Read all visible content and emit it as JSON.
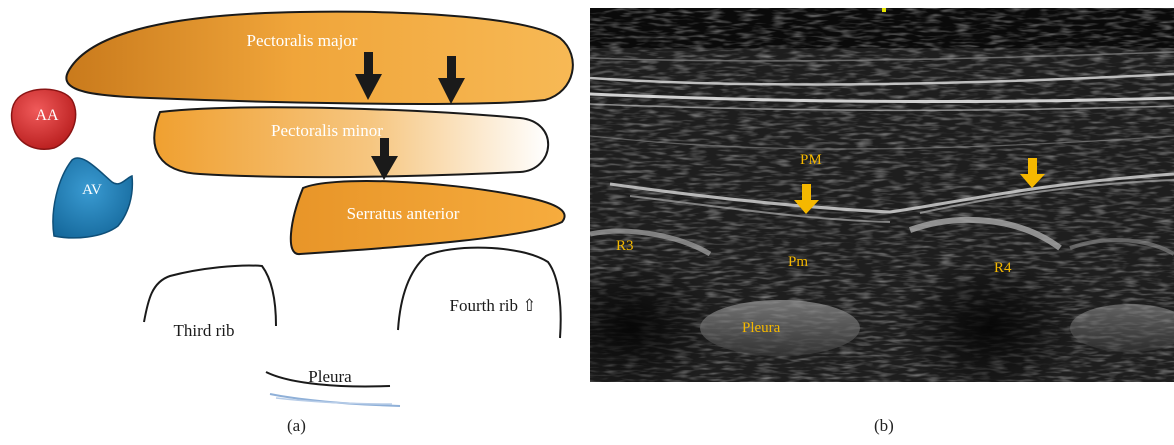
{
  "panel_a": {
    "caption": "(a)",
    "labels": {
      "pectoralis_major": "Pectoralis major",
      "pectoralis_minor": "Pectoralis minor",
      "serratus_anterior": "Serratus anterior",
      "aa": "AA",
      "av": "AV",
      "third_rib": "Third rib",
      "fourth_rib": "Fourth rib ⇧",
      "pleura": "Pleura"
    },
    "colors": {
      "muscle": "#f0a030",
      "muscle_dark": "#c9761a",
      "artery": "#d62c2c",
      "vein": "#1f7fb8",
      "arrow": "#1a1a1a"
    }
  },
  "panel_b": {
    "caption": "(b)",
    "labels": {
      "pm_major": "PM",
      "pm_minor": "Pm",
      "r3": "R3",
      "r4": "R4",
      "pleura": "Pleura"
    },
    "colors": {
      "label": "#f5b800",
      "arrow": "#f5b800",
      "background": "#1a1a1a"
    }
  }
}
